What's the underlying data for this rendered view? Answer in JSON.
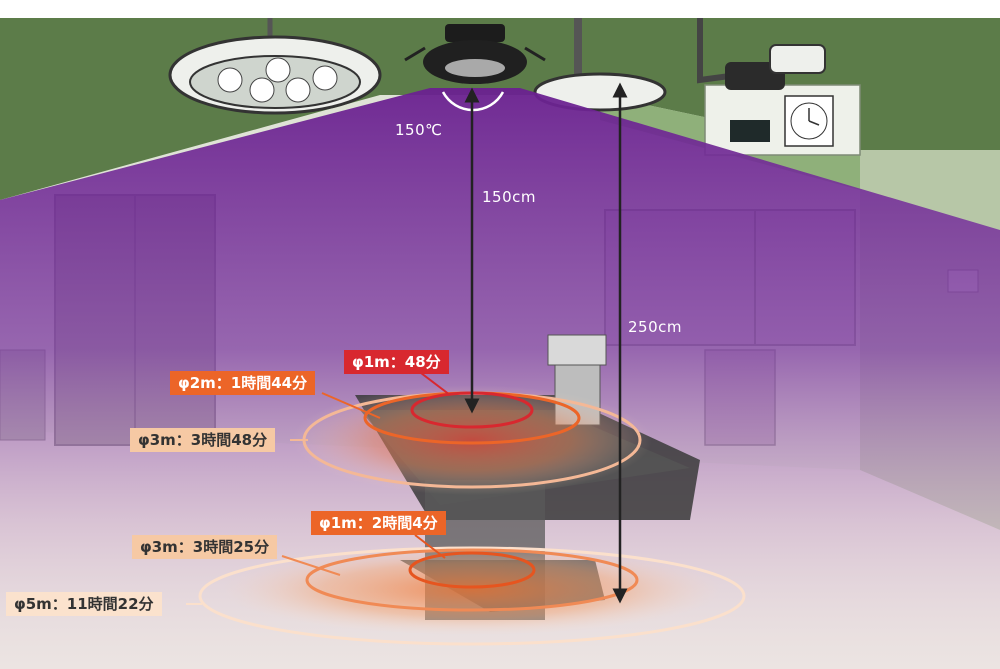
{
  "scene": {
    "description_icon": "operating-room-illustration",
    "device_icon": "ceiling-uv-lamp-icon"
  },
  "measurements": {
    "angle_label": "150℃",
    "height_150_label": "150cm",
    "height_250_label": "250cm"
  },
  "zones_150cm": [
    {
      "label": "φ1m：48分",
      "color": "#d8282f",
      "text_color": "#ffffff"
    },
    {
      "label": "φ2m：1時間44分",
      "color": "#ec6528",
      "text_color": "#ffffff"
    },
    {
      "label": "φ3m：3時間48分",
      "color": "#f6c9a4",
      "text_color": "#333333"
    }
  ],
  "zones_250cm": [
    {
      "label": "φ1m：2時間4分",
      "color": "#ec6528",
      "text_color": "#ffffff"
    },
    {
      "label": "φ3m：3時間25分",
      "color": "#f6c9a4",
      "text_color": "#333333"
    },
    {
      "label": "φ5m：11時間22分",
      "color": "#fbe2cd",
      "text_color": "#333333"
    }
  ],
  "colors": {
    "light_cone": "#7b2b98",
    "arrow": "#222222"
  }
}
